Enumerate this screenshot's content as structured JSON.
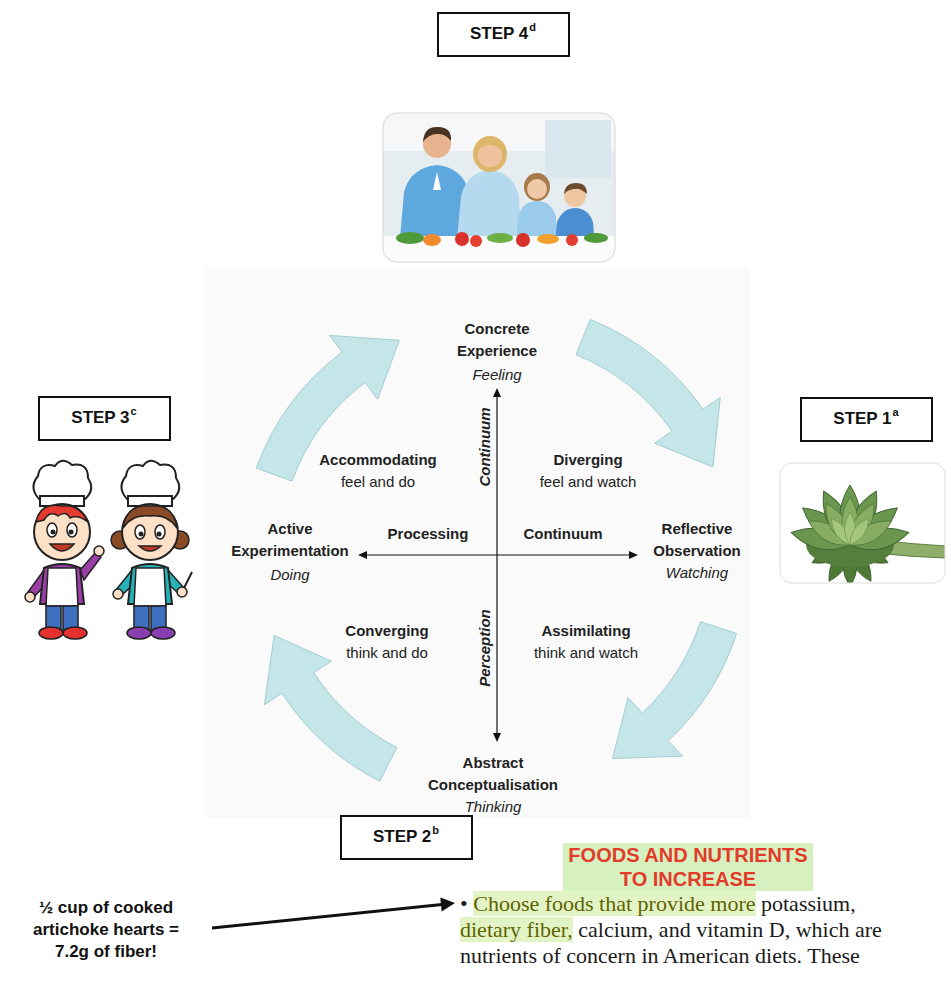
{
  "diagram": {
    "nodes": [
      {
        "text": [
          "STEP 4",
          "d"
        ]
      },
      {
        "text": [
          "STEP 3",
          "c"
        ]
      },
      {
        "text": [
          "STEP 1",
          "a"
        ]
      },
      {
        "text": [
          "STEP 2",
          "b"
        ]
      }
    ],
    "labels": [
      "Concrete Experience",
      "Feeling",
      "Accommodating",
      "feel and do",
      "Continuum",
      "Diverging",
      "feel and watch",
      "Active Experimentation",
      "Doing",
      "Processing",
      "Continuum",
      "Reflective Observation",
      "Watching",
      "Converging",
      "think and do",
      "Perception",
      "Assimilating",
      "think and watch",
      "Abstract Conceptualisation",
      "Thinking",
      "FOODS AND NUTRIENTS TO INCREASE",
      "½ cup of cooked artichoke hearts = 7.2g of fiber!",
      "•",
      "Choose foods that provide more",
      "potassium,",
      "dietary fiber,",
      "calcium, and vitamin D, which are nutrients of concern in American diets. These"
    ]
  }
}
